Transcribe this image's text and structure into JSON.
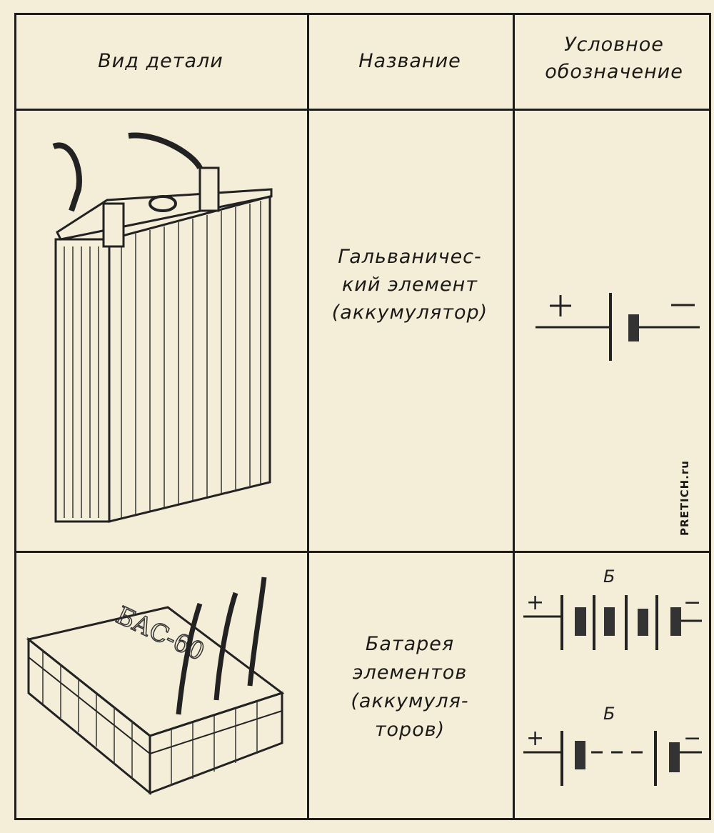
{
  "table": {
    "headers": [
      "Вид детали",
      "Название",
      "Условное обозначение"
    ],
    "rows": [
      {
        "name": "Гальваничес-кий элемент (аккумулятор)",
        "name_lines": [
          "Гальваничес-",
          "кий элемент",
          "(аккумулятор)"
        ],
        "symbol_plus": "+",
        "symbol_minus": "−"
      },
      {
        "name": "Батарея элементов (аккумуляторов)",
        "name_lines": [
          "Батарея",
          "элементов",
          "(аккумуля-",
          "торов)"
        ],
        "battery_label": "БАС-60",
        "symbol_label": "Б",
        "symbol_plus": "+",
        "symbol_minus": "−"
      }
    ]
  },
  "watermark": "PRETICH.ru"
}
